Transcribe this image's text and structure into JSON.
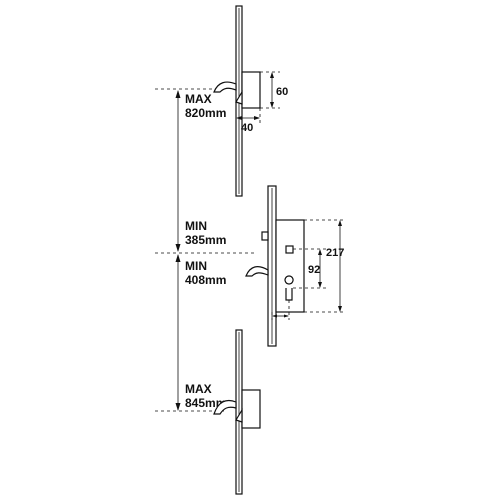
{
  "labels": {
    "top_max_word": "MAX",
    "top_max_value": "820mm",
    "min_top_word": "MIN",
    "min_top_value": "385mm",
    "min_bottom_word": "MIN",
    "min_bottom_value": "408mm",
    "bottom_max_word": "MAX",
    "bottom_max_value": "845mm"
  },
  "dimensions": {
    "hook_height": "60",
    "hook_depth": "40",
    "case_height": "217",
    "centres": "92"
  },
  "colors": {
    "line": "#111111",
    "background": "#ffffff"
  }
}
